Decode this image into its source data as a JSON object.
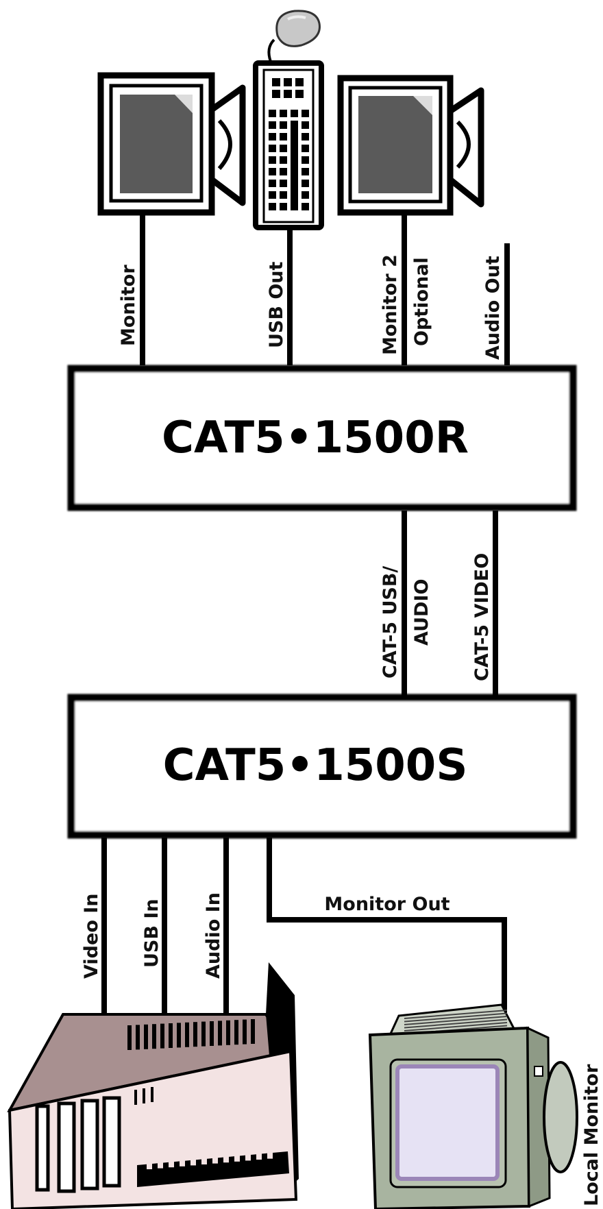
{
  "units": {
    "receiver": {
      "title": "CAT5•1500R"
    },
    "sender": {
      "title": "CAT5•1500S"
    }
  },
  "top_connections": {
    "monitor": "Monitor",
    "usb_out": "USB Out",
    "monitor2_line1": "Monitor 2",
    "monitor2_line2": "Optional",
    "audio_out": "Audio Out"
  },
  "link_cables": {
    "usb_audio_line1": "CAT-5 USB/",
    "usb_audio_line2": "AUDIO",
    "video": "CAT-5 VIDEO"
  },
  "bottom_connections": {
    "video_in": "Video In",
    "usb_in": "USB In",
    "audio_in": "Audio In",
    "monitor_out": "Monitor Out",
    "local_monitor": "Local Monitor"
  },
  "icons": {
    "monitor": "crt-monitor-icon",
    "keyboard": "keyboard-icon",
    "mouse": "mouse-icon",
    "computer": "desktop-computer-icon",
    "local_monitor": "color-monitor-icon"
  },
  "colors": {
    "line": "#000000",
    "screen_dark": "#5a5a5a",
    "computer_body": "#f0e0e0",
    "computer_top": "#a89090",
    "local_monitor_body": "#a8b4a0",
    "local_monitor_screen": "#e6e2f4"
  }
}
